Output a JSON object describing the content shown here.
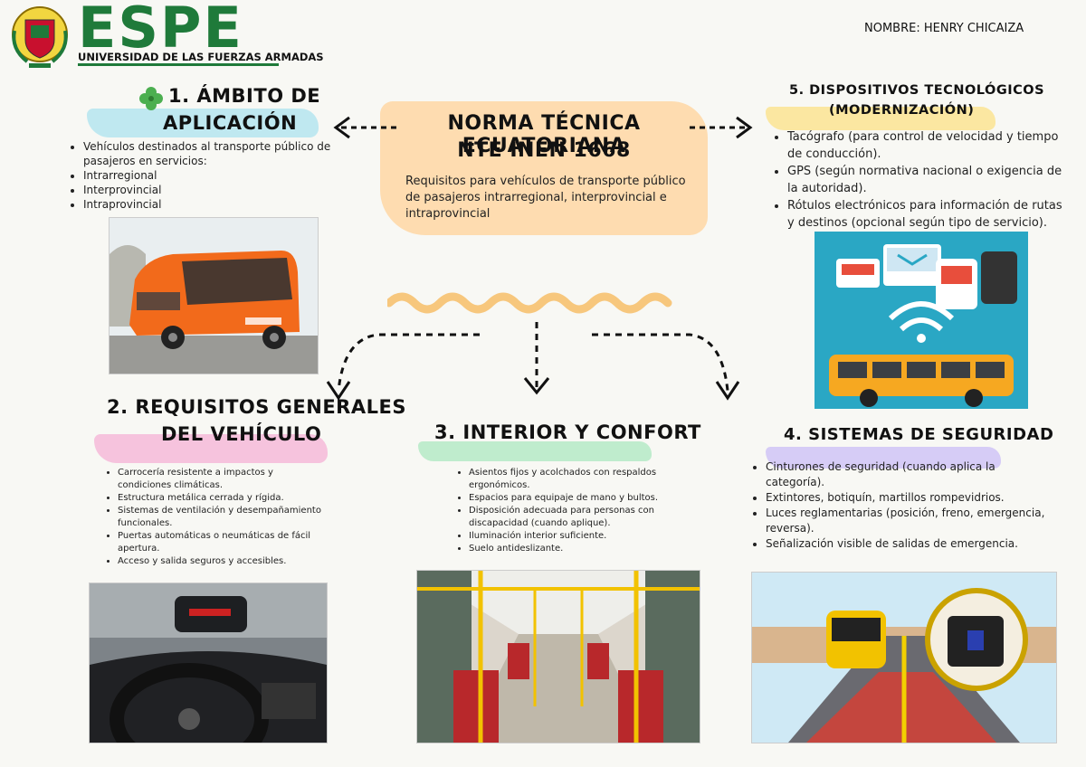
{
  "header": {
    "logo_text": "ESPE",
    "university": "UNIVERSIDAD DE LAS FUERZAS ARMADAS",
    "author": "NOMBRE: HENRY CHICAIZA"
  },
  "center": {
    "title_line1": "NORMA TÉCNICA ECUATORIANA",
    "title_line2": "NTE INEN 1668",
    "description": "Requisitos para vehículos de transporte público de pasajeros intrarregional, interprovincial e intraprovincial"
  },
  "section1": {
    "title_line1": "1. ÁMBITO DE",
    "title_line2": "APLICACIÓN",
    "intro": "Vehículos destinados al transporte público de pasajeros en servicios:",
    "items": [
      "Intrarregional",
      "Interprovincial",
      "Intraprovincial"
    ]
  },
  "section2": {
    "title_line1": "2. REQUISITOS GENERALES",
    "title_line2": "DEL VEHÍCULO",
    "items": [
      "Carrocería resistente a impactos y condiciones climáticas.",
      "Estructura metálica cerrada y rígida.",
      "Sistemas de ventilación y desempañamiento funcionales.",
      "Puertas automáticas o neumáticas de fácil apertura.",
      "Acceso y salida seguros y accesibles."
    ]
  },
  "section3": {
    "title": "3. INTERIOR Y CONFORT",
    "items": [
      "Asientos fijos y acolchados con respaldos ergonómicos.",
      "Espacios para equipaje de mano y bultos.",
      "Disposición adecuada para personas con discapacidad (cuando aplique).",
      "Iluminación interior suficiente.",
      "Suelo antideslizante."
    ]
  },
  "section4": {
    "title": "4. SISTEMAS DE SEGURIDAD",
    "items": [
      "Cinturones de seguridad (cuando aplica la categoría).",
      "Extintores, botiquín, martillos rompevidrios.",
      "Luces reglamentarias (posición, freno, emergencia, reversa).",
      "Señalización visible de salidas de emergencia."
    ]
  },
  "section5": {
    "title_line1": "5. DISPOSITIVOS TECNOLÓGICOS",
    "title_line2": "(MODERNIZACIÓN)",
    "items": [
      "Tacógrafo (para control de velocidad y tiempo de conducción).",
      "GPS (según normativa nacional o exigencia de la autoridad).",
      "Rótulos electrónicos para información de rutas y destinos (opcional según tipo de servicio)."
    ]
  },
  "colors": {
    "espe_green": "#1f7a3a",
    "brush_orange": "#ffd7a3",
    "brush_blue": "#bfe8f0",
    "brush_yellow": "#fbe7a1",
    "brush_pink": "#f6c3dd",
    "brush_green": "#bfeccd",
    "brush_purple": "#d6ccf6"
  }
}
